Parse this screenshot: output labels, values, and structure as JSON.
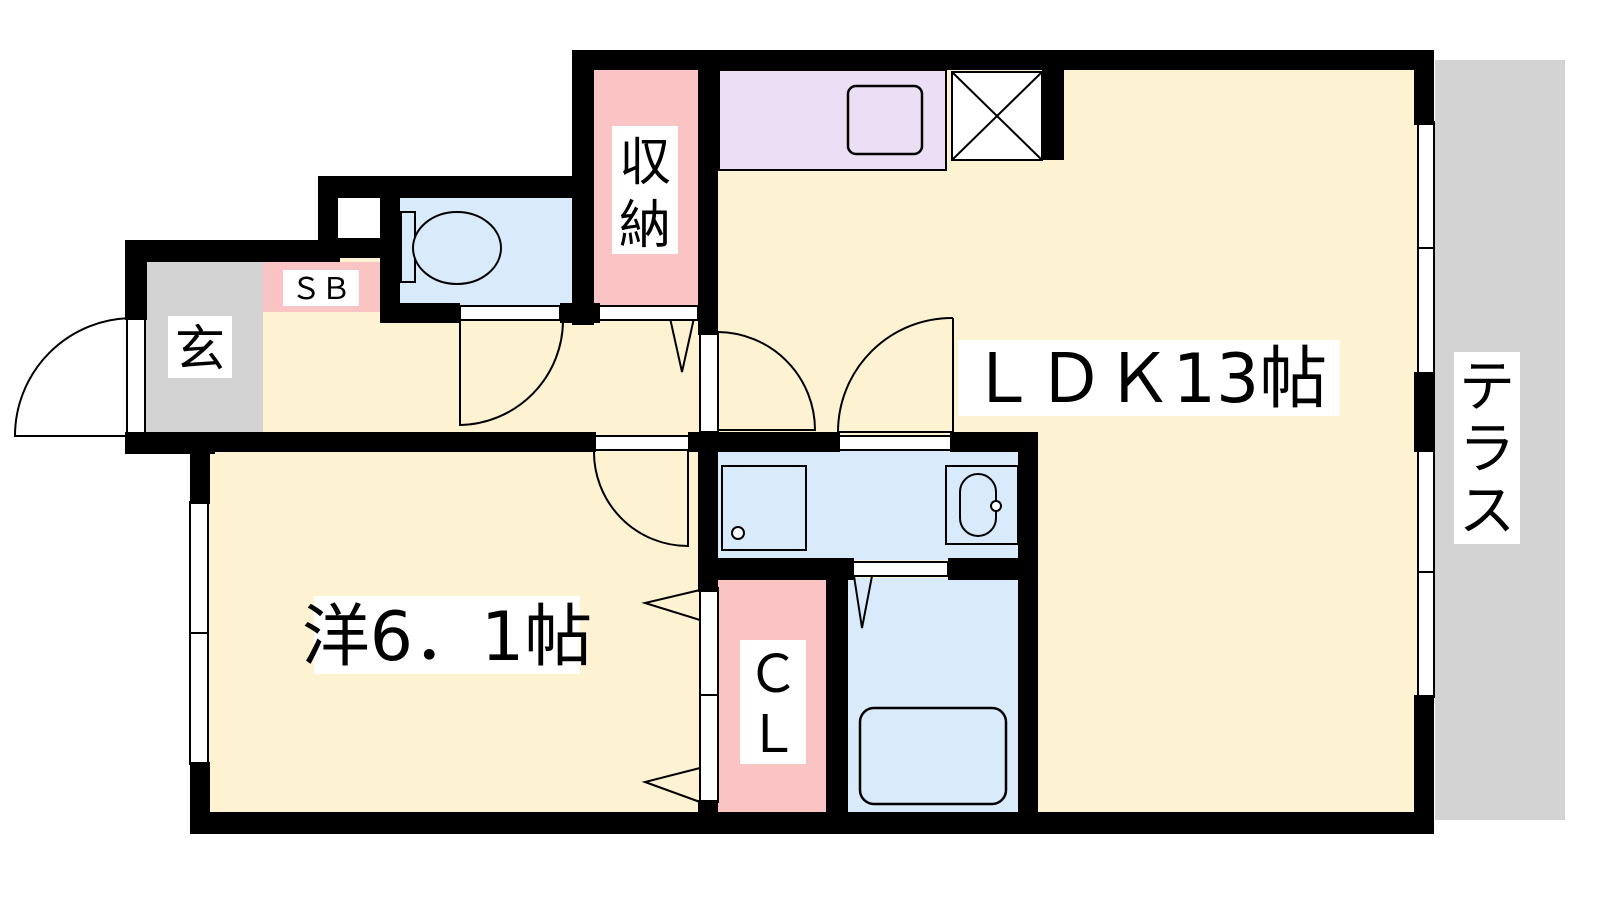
{
  "rooms": {
    "entrance": "玄",
    "shoe_box": "ＳＢ",
    "storage_line1": "収",
    "storage_line2": "納",
    "ldk": "ＬＤＫ13帖",
    "western": "洋6．1帖",
    "closet_line1": "Ｃ",
    "closet_line2": "Ｌ",
    "terrace_chars": [
      "テ",
      "ラ",
      "ス"
    ]
  },
  "colors": {
    "wall": "#000000",
    "floor_cream": "#fdf3d3",
    "wet_blue": "#d9ebfb",
    "storage_pink": "#fbc4c4",
    "kitchen_purple": "#ecdff5",
    "entry_gray": "#d3d3d3",
    "terrace_gray": "#d3d3d3"
  },
  "icons": [
    "toilet-icon",
    "washbasin-icon",
    "bathtub-icon",
    "kitchen-sink-icon",
    "stove-icon",
    "washer-pan-icon"
  ]
}
